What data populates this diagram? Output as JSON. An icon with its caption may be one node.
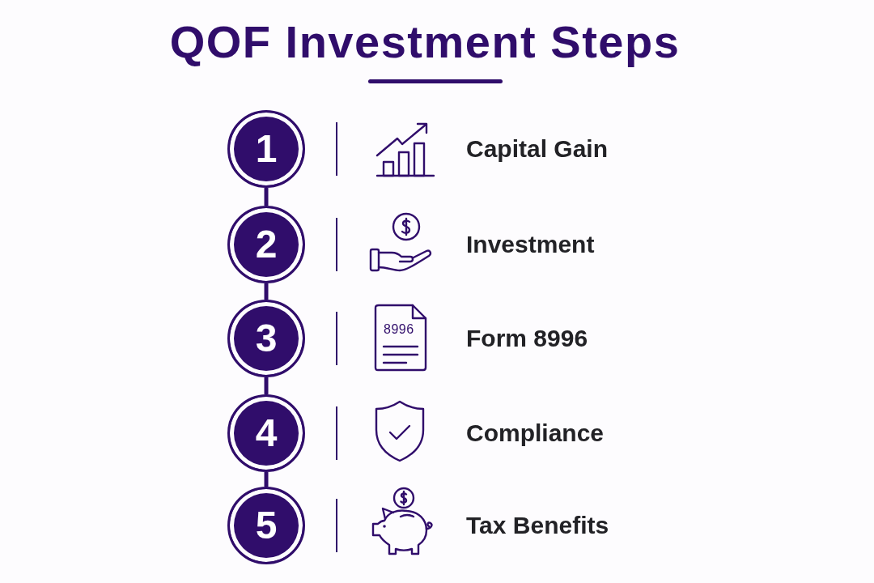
{
  "diagram": {
    "title": "QOF Investment Steps",
    "nodes": [
      {
        "text": [
          "1"
        ]
      },
      {
        "text": [
          "2"
        ]
      },
      {
        "text": [
          "3"
        ]
      },
      {
        "text": [
          "4"
        ]
      },
      {
        "text": [
          "5"
        ]
      }
    ],
    "edges": [
      {
        "from": 0,
        "to": 1,
        "arrow": "none"
      },
      {
        "from": 1,
        "to": 2,
        "arrow": "none"
      },
      {
        "from": 2,
        "to": 3,
        "arrow": "none"
      },
      {
        "from": 3,
        "to": 4,
        "arrow": "none"
      }
    ],
    "labels": [
      "Capital Gain",
      "Investment",
      "8996",
      "Form 8996",
      "Compliance",
      "Tax Benefits"
    ]
  }
}
